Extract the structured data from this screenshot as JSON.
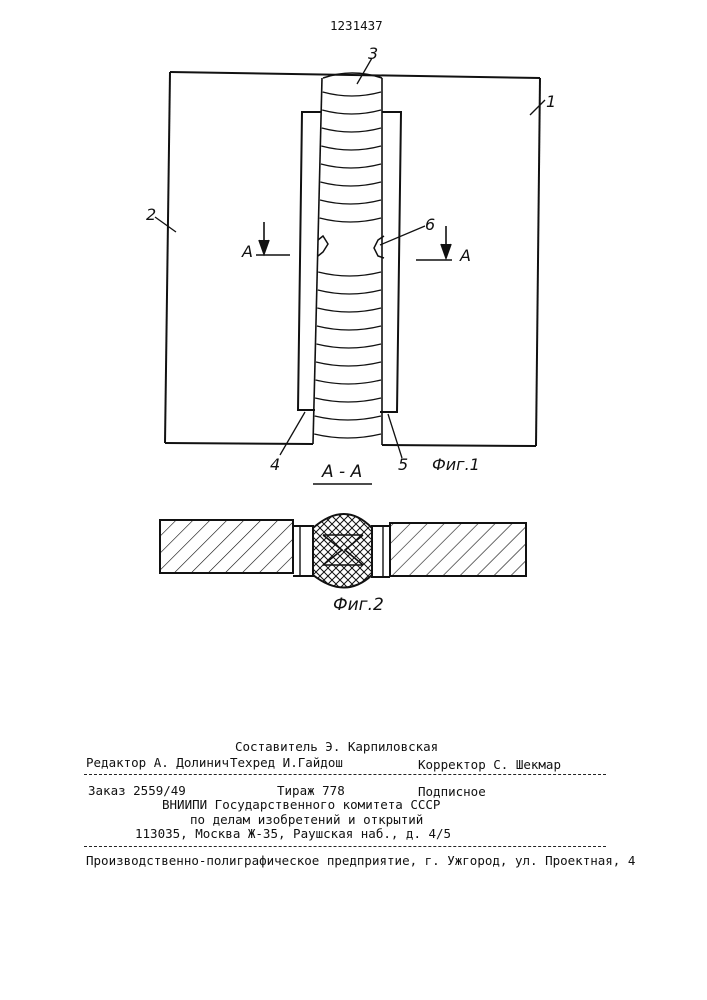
{
  "patent_number": "1231437",
  "fig1": {
    "caption": "Фиг.1",
    "labels": {
      "l1": "1",
      "l2": "2",
      "l3": "3",
      "l4": "4",
      "l5": "5",
      "l6": "6"
    },
    "section_mark_left": "А",
    "section_mark_right": "А"
  },
  "fig2": {
    "section_title": "А - А",
    "caption": "Фиг.2"
  },
  "imprint": {
    "composer": "Составитель Э. Карпиловская",
    "editor": "Редактор  А. Долинич",
    "techred": "Техред И.Гайдош",
    "corrector": "Корректор С. Шекмар",
    "order": "Заказ  2559/49",
    "circulation": "Тираж 778",
    "subscription": "Подписное",
    "org_line1": "ВНИИПИ Государственного комитета СССР",
    "org_line2": "по делам изобретений и открытий",
    "address": "113035, Москва Ж-35, Раушская наб., д. 4/5",
    "printer": "Производственно-полиграфическое предприятие, г. Ужгород, ул. Проектная, 4"
  }
}
